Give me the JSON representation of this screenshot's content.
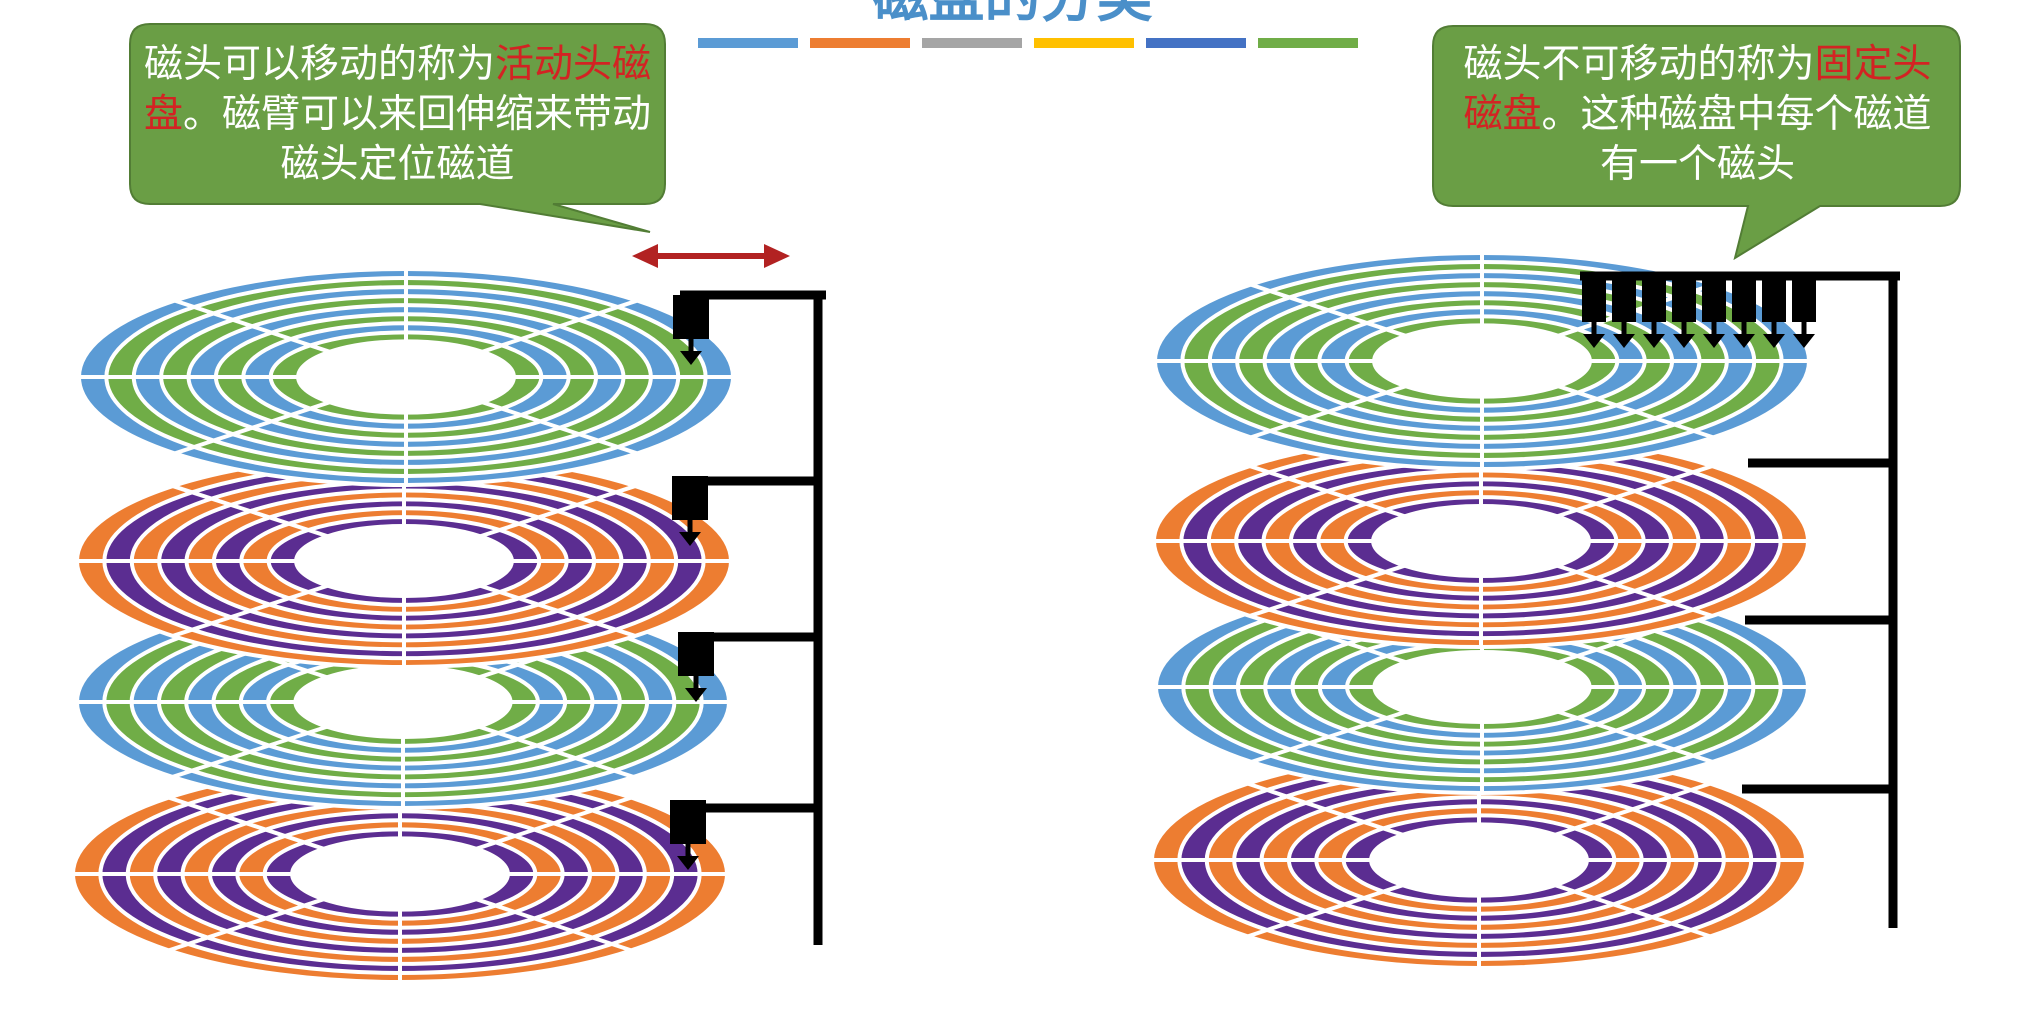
{
  "title": "磁盘的分类",
  "color_bar": [
    "#5b9bd5",
    "#ed7d31",
    "#a5a5a5",
    "#ffc000",
    "#4472c4",
    "#70ad47"
  ],
  "left_callout": {
    "prefix": "磁头可以移动的称为",
    "highlight": "活动头磁盘",
    "suffix": "。磁臂可以来回伸缩来带动磁头定位磁道"
  },
  "right_callout": {
    "prefix": "磁头不可移动的称为",
    "highlight": "固定头磁盘",
    "suffix": "。这种磁盘中每个磁道有一个磁头"
  },
  "colors": {
    "callout_fill": "#6a9e45",
    "callout_stroke": "#527d35",
    "highlight": "#d32323",
    "blue": "#5b9bd5",
    "green": "#70ad47",
    "orange": "#ed7d31",
    "purple": "#5b2d91",
    "arrow": "#b22222",
    "arm": "#000000"
  }
}
